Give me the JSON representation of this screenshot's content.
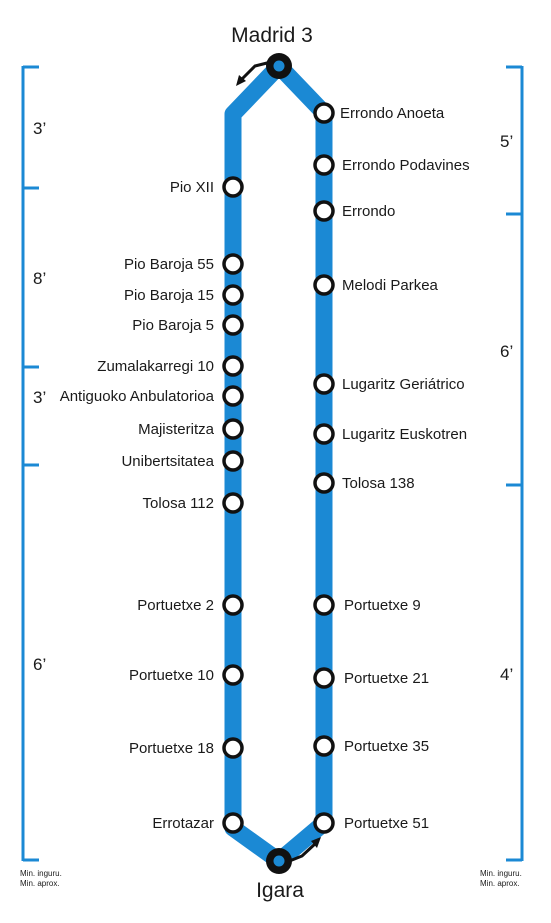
{
  "route": {
    "start_terminal": "Madrid 3",
    "end_terminal": "Igara",
    "line_color": "#1b89d4",
    "bracket_color": "#1b89d4",
    "stop_stroke_color": "#111111"
  },
  "stops_left": [
    "Pio XII",
    "Pio Baroja 55",
    "Pio Baroja 15",
    "Pio Baroja 5",
    "Zumalakarregi 10",
    "Antiguoko Anbulatorioa",
    "Majisteritza",
    "Unibertsitatea",
    "Tolosa 112",
    "Portuetxe 2",
    "Portuetxe 10",
    "Portuetxe 18",
    "Errotazar"
  ],
  "stops_right": [
    "Errondo Anoeta",
    "Errondo Podavines",
    "Errondo",
    "Melodi Parkea",
    "Lugaritz Geriátrico",
    "Lugaritz Euskotren",
    "Tolosa 138",
    "Portuetxe 9",
    "Portuetxe 21",
    "Portuetxe 35",
    "Portuetxe 51"
  ],
  "segment_times_left": [
    "3’",
    "8’",
    "3’",
    "6’"
  ],
  "segment_times_right": [
    "5’",
    "6’",
    "4’"
  ],
  "legend_left": [
    "Min. inguru.",
    "Min. aprox."
  ],
  "legend_right": [
    "Min. inguru.",
    "Min. aprox."
  ]
}
